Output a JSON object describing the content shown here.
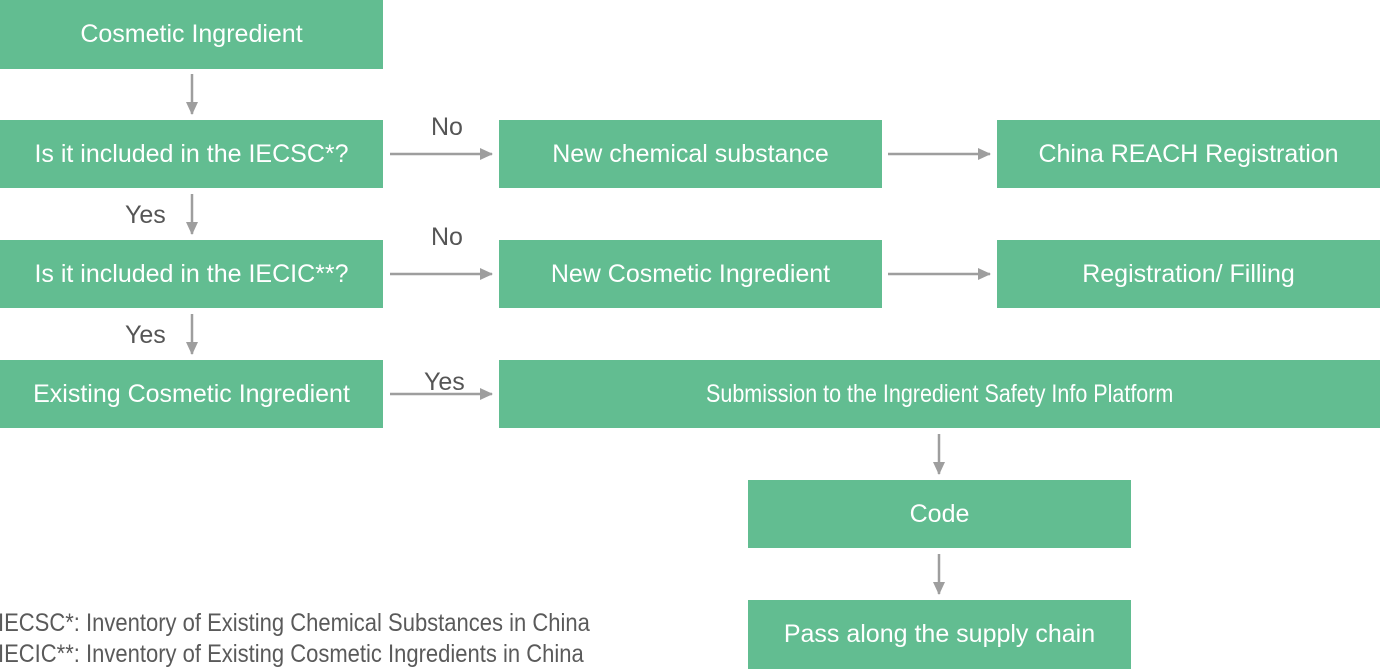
{
  "diagram": {
    "colors": {
      "box": "#62bd91",
      "box_text": "#ffffff",
      "arrow": "#9e9e9e",
      "label_text": "#555555"
    },
    "nodes": {
      "cosmetic_ingredient": "Cosmetic Ingredient",
      "iecsc_question": "Is it included in the IECSC*?",
      "iecic_question": "Is it included in the IECIC**?",
      "existing_ingredient": "Existing Cosmetic Ingredient",
      "new_chemical": "New chemical substance",
      "new_cosmetic": "New Cosmetic Ingredient",
      "china_reach": "China REACH Registration",
      "registration_filling": "Registration/ Filling",
      "submission": "Submission to the Ingredient Safety Info Platform",
      "code": "Code",
      "pass_along": "Pass along the supply chain"
    },
    "edge_labels": {
      "iecsc_no": "No",
      "iecsc_yes": "Yes",
      "iecic_no": "No",
      "iecic_yes": "Yes",
      "existing_yes": "Yes"
    },
    "footnotes": [
      "IECSC*: Inventory of Existing Chemical Substances in China",
      "IECIC**: Inventory of Existing Cosmetic Ingredients in China"
    ]
  }
}
